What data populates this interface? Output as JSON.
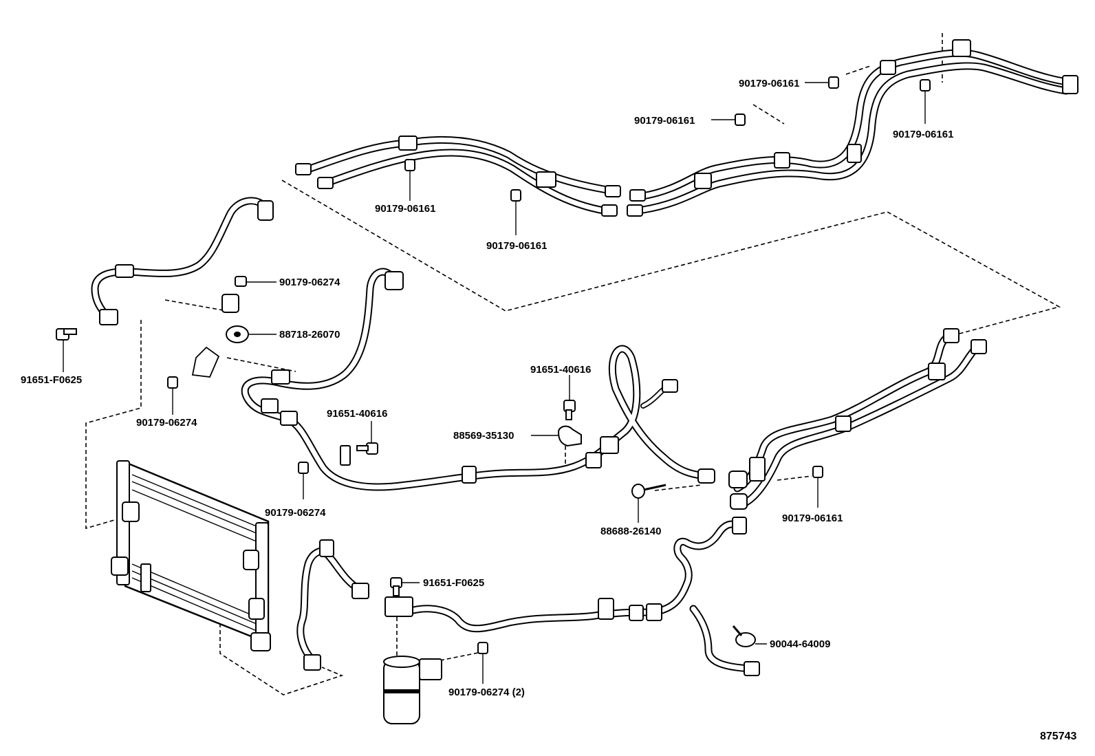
{
  "diagram": {
    "reference_number": "875743",
    "callouts": [
      {
        "id": "c1",
        "label": "90179-06161"
      },
      {
        "id": "c2",
        "label": "90179-06161"
      },
      {
        "id": "c3",
        "label": "90179-06161"
      },
      {
        "id": "c4",
        "label": "90179-06161"
      },
      {
        "id": "c5",
        "label": "90179-06161"
      },
      {
        "id": "c6",
        "label": "90179-06274"
      },
      {
        "id": "c7",
        "label": "88718-26070"
      },
      {
        "id": "c8",
        "label": "91651-F0625"
      },
      {
        "id": "c9",
        "label": "90179-06274"
      },
      {
        "id": "c10",
        "label": "91651-40616"
      },
      {
        "id": "c11",
        "label": "91651-40616"
      },
      {
        "id": "c12",
        "label": "88569-35130"
      },
      {
        "id": "c13",
        "label": "90179-06274"
      },
      {
        "id": "c14",
        "label": "90179-06161"
      },
      {
        "id": "c15",
        "label": "88688-26140"
      },
      {
        "id": "c16",
        "label": "91651-F0625"
      },
      {
        "id": "c17",
        "label": "90044-64009"
      },
      {
        "id": "c18",
        "label": "90179-06274 (2)"
      }
    ]
  }
}
